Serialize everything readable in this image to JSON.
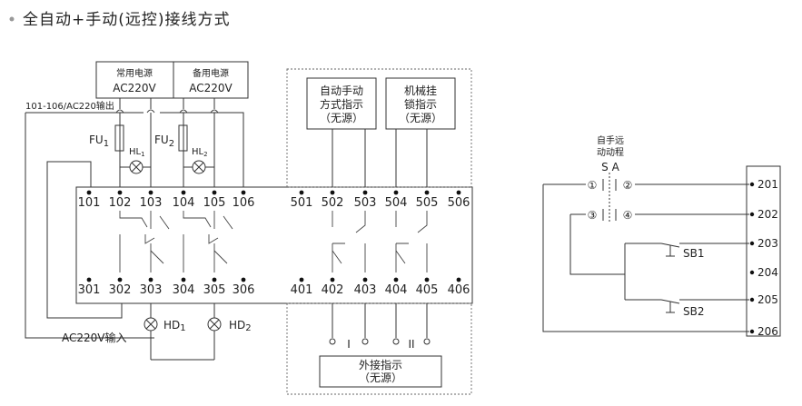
{
  "title": "全自动+手动(远控)接线方式",
  "colors": {
    "line": "#333333",
    "title_bullet": "#999999"
  },
  "left_panel": {
    "source_common": [
      "常用电源",
      "AC220V"
    ],
    "source_backup": [
      "备用电源",
      "AC220V"
    ],
    "output_note": "101-106/AC220输出",
    "fuses": [
      {
        "label": "FU",
        "sub": "1"
      },
      {
        "label": "FU",
        "sub": "2"
      }
    ],
    "lamps_top": [
      {
        "label": "HL",
        "sub": "1"
      },
      {
        "label": "HL",
        "sub": "2"
      }
    ],
    "terminals_top": [
      "101",
      "102",
      "103",
      "104",
      "105",
      "106",
      "501",
      "502",
      "503",
      "504",
      "505",
      "506"
    ],
    "terminals_bottom": [
      "301",
      "302",
      "303",
      "304",
      "305",
      "306",
      "401",
      "402",
      "403",
      "404",
      "405",
      "406"
    ],
    "input_label": "AC220V输入",
    "lamps_bottom": [
      {
        "label": "HD",
        "sub": "1"
      },
      {
        "label": "HD",
        "sub": "2"
      }
    ],
    "indicator_auto_manual": [
      "自动手动",
      "方式指示",
      "（无源）"
    ],
    "indicator_lock": [
      "机械挂",
      "锁指示",
      "（无源）"
    ],
    "external_indicator": [
      "外接指示",
      "（无源）"
    ],
    "roman_marks": [
      "I",
      "II"
    ]
  },
  "right_panel": {
    "switch_name_lines": [
      "自手远",
      "动动程"
    ],
    "switch_code": "S A",
    "contacts": [
      "①",
      "②",
      "③",
      "④"
    ],
    "buttons": [
      "SB1",
      "SB2"
    ],
    "terminals": [
      "201",
      "202",
      "203",
      "204",
      "205",
      "206"
    ]
  }
}
